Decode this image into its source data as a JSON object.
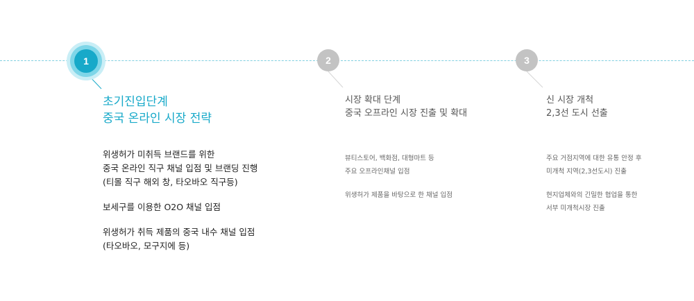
{
  "stages": [
    {
      "number": "1",
      "title": [
        "초기진입단계",
        "중국 온라인 시장 전략"
      ],
      "description": [
        [
          "위생허가 미취득 브랜드를 위한",
          "중국 온라인 직구 채널 입점 및 브랜딩 진행",
          "(티몰 직구 해외 창, 타오바오 직구등)"
        ],
        [
          "보세구를 이용한 O2O 채널 입점"
        ],
        [
          "위생허가 취득 제품의 중국 내수 채널 입점",
          "(타오바오, 모구지에 등)"
        ]
      ]
    },
    {
      "number": "2",
      "title": [
        "시장 확대 단계",
        "중국 오프라인 시장 진출 및 확대"
      ],
      "description": [
        [
          "뷰티스토어, 백화점, 대형마트 등",
          "주요 오프라인채널 입점"
        ],
        [
          "위생허가 제품을 바탕으로 한 채널 입점"
        ]
      ]
    },
    {
      "number": "3",
      "title": [
        "신 시장 개척",
        "2,3선 도시 선출"
      ],
      "description": [
        [
          "주요 거점지역에 대한 유통 안정 후",
          "미개척 지역(2,3선도시) 진출"
        ],
        [
          "현지업체와의 긴밀한 협업을 통한",
          "서부 미개척시장 진출"
        ]
      ]
    }
  ],
  "colors": {
    "active": "#17a9c9",
    "inactive": "#c3c3c3",
    "timeline": "#7fcfe0"
  }
}
